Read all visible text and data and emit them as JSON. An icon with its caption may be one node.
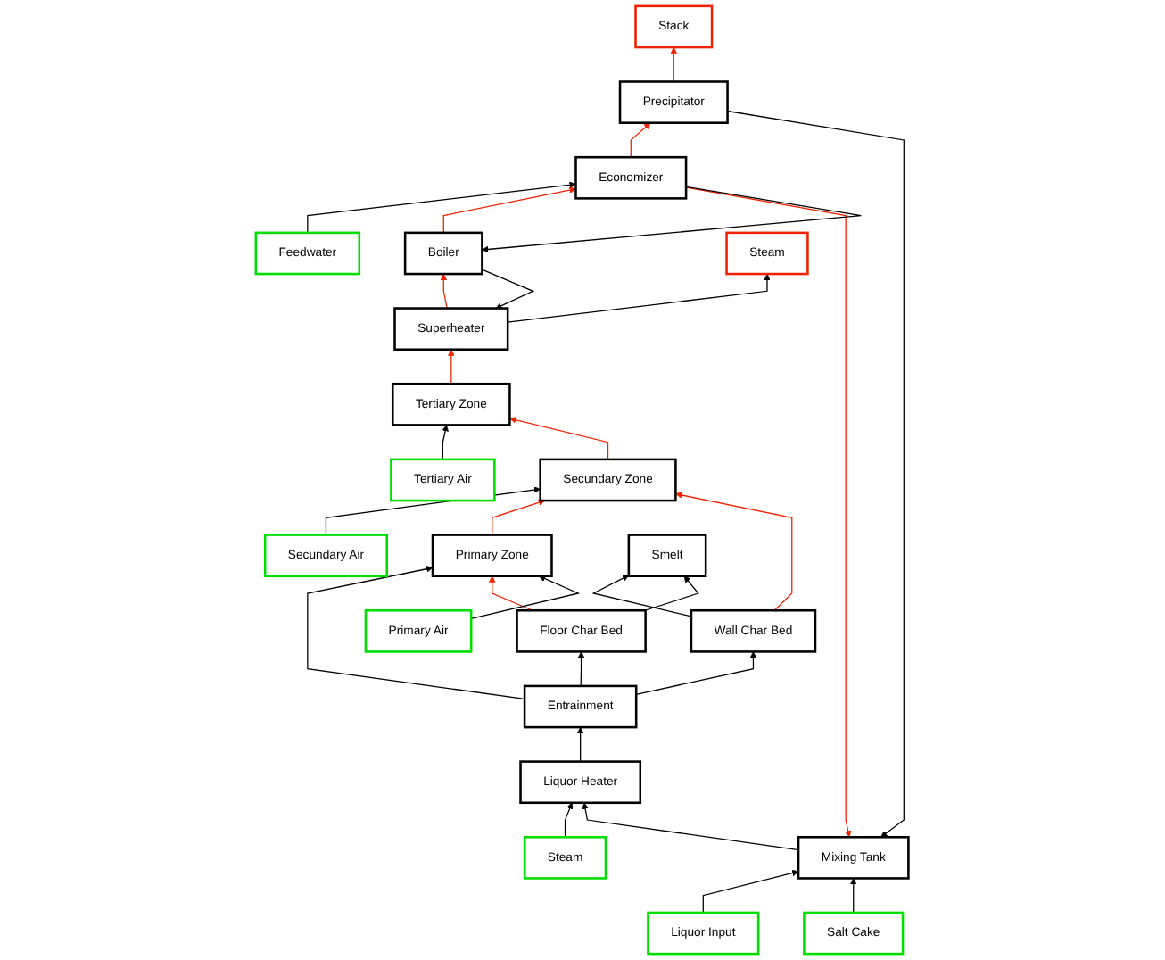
{
  "diagram": {
    "nodes": [
      {
        "text": [
          "Stack"
        ]
      },
      {
        "text": [
          "Precipitator"
        ]
      },
      {
        "text": [
          "Economizer"
        ]
      },
      {
        "text": [
          "Feedwater"
        ]
      },
      {
        "text": [
          "Liquor Input"
        ]
      },
      {
        "text": [
          "Mixing Tank"
        ]
      },
      {
        "text": [
          "Salt Cake"
        ]
      },
      {
        "text": [
          "Boiler"
        ]
      },
      {
        "text": [
          "Superheater"
        ]
      },
      {
        "text": [
          "Steam"
        ]
      },
      {
        "text": [
          "Steam"
        ]
      },
      {
        "text": [
          "Liquor Heater"
        ]
      },
      {
        "text": [
          "Tertiary Zone"
        ]
      },
      {
        "text": [
          "Tertiary Air"
        ]
      },
      {
        "text": [
          "Secundary Zone"
        ]
      },
      {
        "text": [
          "Secundary Air"
        ]
      },
      {
        "text": [
          "Entrainment"
        ]
      },
      {
        "text": [
          "Primary Zone"
        ]
      },
      {
        "text": [
          "Primary Air"
        ]
      },
      {
        "text": [
          "Wall Char Bed"
        ]
      },
      {
        "text": [
          "Floor Char Bed"
        ]
      },
      {
        "text": [
          "Smelt"
        ]
      }
    ],
    "edges": [
      {
        "from": 1,
        "to": 0,
        "arrow": "to",
        "color": "#ee2200"
      },
      {
        "from": 2,
        "to": 1,
        "arrow": "to",
        "color": "#ee2200"
      },
      {
        "from": 2,
        "to": 5,
        "arrow": "to",
        "color": "#ee2200"
      },
      {
        "from": 1,
        "to": 5,
        "arrow": "to"
      },
      {
        "from": 3,
        "to": 2,
        "arrow": "to"
      },
      {
        "from": 4,
        "to": 5,
        "arrow": "to"
      },
      {
        "from": 6,
        "to": 5,
        "arrow": "to"
      },
      {
        "from": 7,
        "to": 2,
        "arrow": "to",
        "color": "#ee2200"
      },
      {
        "from": 2,
        "to": 7,
        "arrow": "to"
      },
      {
        "from": 8,
        "to": 7,
        "arrow": "to",
        "color": "#ee2200"
      },
      {
        "from": 7,
        "to": 8,
        "arrow": "to"
      },
      {
        "from": 8,
        "to": 9,
        "arrow": "to"
      },
      {
        "from": 12,
        "to": 8,
        "arrow": "to",
        "color": "#ee2200"
      },
      {
        "from": 13,
        "to": 12,
        "arrow": "to"
      },
      {
        "from": 14,
        "to": 12,
        "arrow": "to",
        "color": "#ee2200"
      },
      {
        "from": 15,
        "to": 14,
        "arrow": "to"
      },
      {
        "from": 10,
        "to": 11,
        "arrow": "to"
      },
      {
        "from": 5,
        "to": 11,
        "arrow": "to"
      },
      {
        "from": 11,
        "to": 16,
        "arrow": "to"
      },
      {
        "from": 16,
        "to": 17,
        "arrow": "to"
      },
      {
        "from": 16,
        "to": 19,
        "arrow": "to"
      },
      {
        "from": 16,
        "to": 20,
        "arrow": "to"
      },
      {
        "from": 17,
        "to": 14,
        "arrow": "to",
        "color": "#ee2200"
      },
      {
        "from": 19,
        "to": 14,
        "arrow": "to",
        "color": "#ee2200"
      },
      {
        "from": 20,
        "to": 17,
        "arrow": "to",
        "color": "#ee2200"
      },
      {
        "from": 18,
        "to": 17,
        "arrow": "to"
      },
      {
        "from": 19,
        "to": 21,
        "arrow": "to"
      },
      {
        "from": 20,
        "to": 21,
        "arrow": "to"
      }
    ]
  }
}
